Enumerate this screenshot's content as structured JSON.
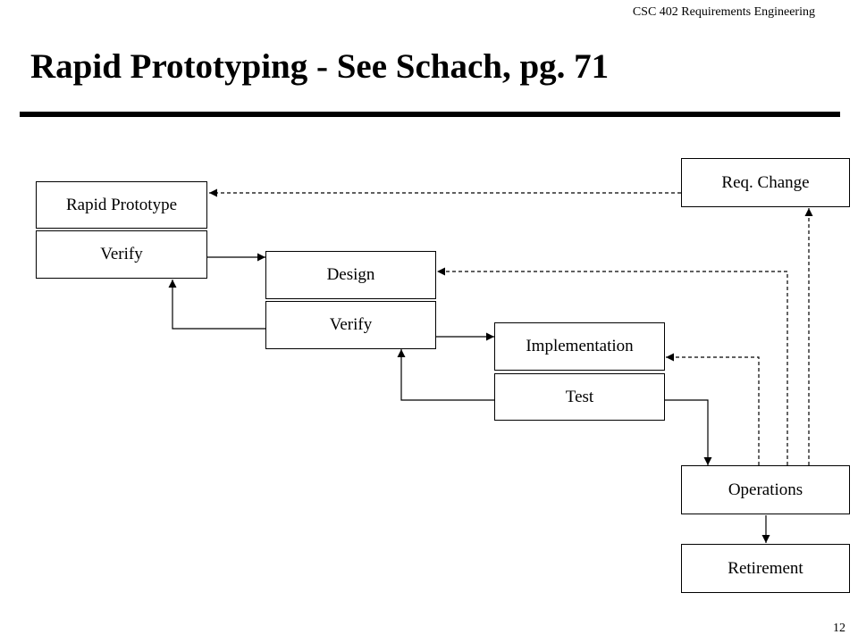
{
  "header": {
    "course": "CSC 402 Requirements Engineering",
    "title": "Rapid Prototyping - See Schach, pg. 71"
  },
  "diagram": {
    "rapid_prototype": "Rapid Prototype",
    "verify_1": "Verify",
    "design": "Design",
    "verify_2": "Verify",
    "implementation": "Implementation",
    "test": "Test",
    "req_change": "Req. Change",
    "operations": "Operations",
    "retirement": "Retirement"
  },
  "footer": {
    "page_number": "12"
  }
}
